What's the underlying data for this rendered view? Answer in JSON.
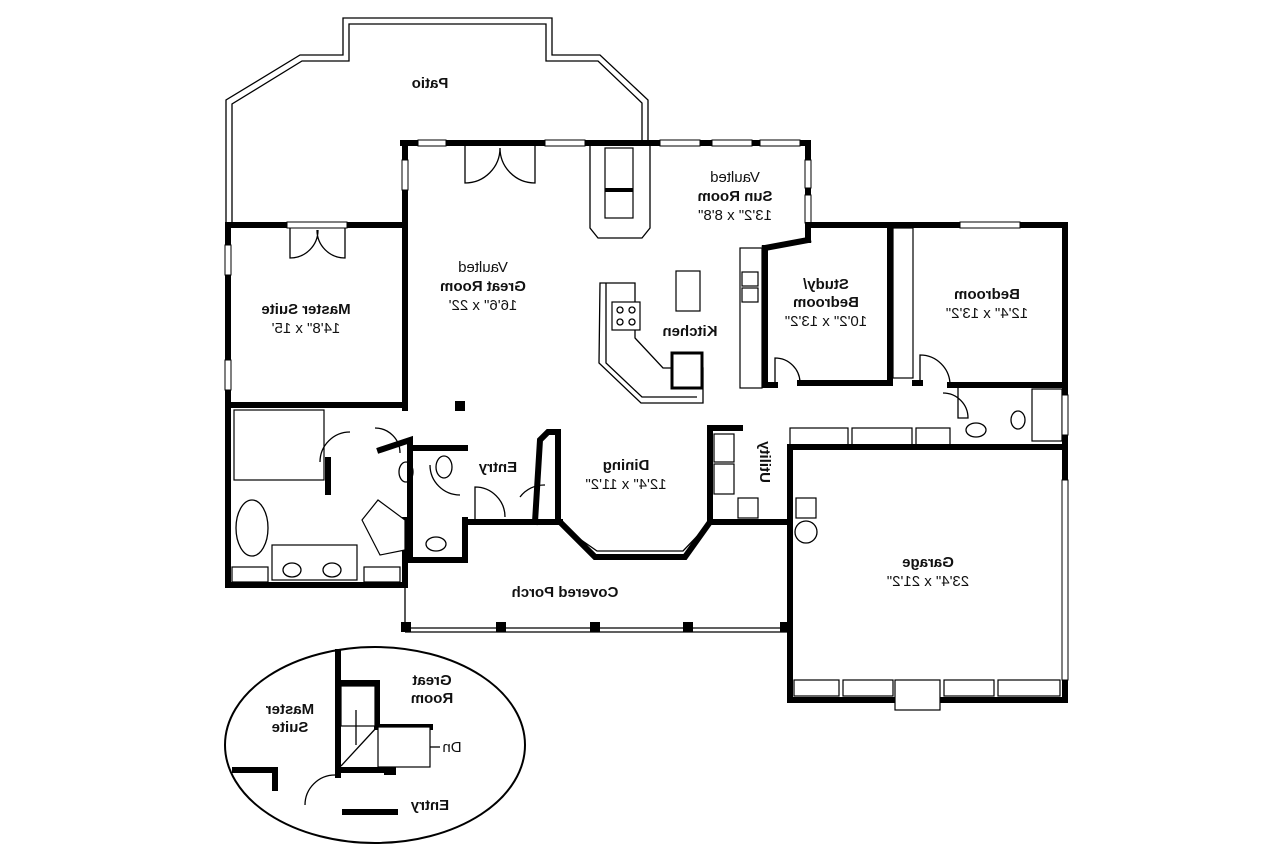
{
  "rooms": {
    "patio": {
      "name": "Patio"
    },
    "great_room": {
      "qualifier": "Vaulted",
      "name": "Great Room",
      "dims": "16'6\" x 22'"
    },
    "sun_room": {
      "qualifier": "Vaulted",
      "name": "Sun Room",
      "dims": "13'2\" x 8'8\""
    },
    "master_suite": {
      "name": "Master Suite",
      "dims": "14'8\" x 15'"
    },
    "kitchen": {
      "name": "Kitchen"
    },
    "study": {
      "name_line1": "Study/",
      "name_line2": "Bedroom",
      "dims": "10'2\" x 13'2\""
    },
    "bedroom": {
      "name": "Bedroom",
      "dims": "12'4\" x 13'2\""
    },
    "entry": {
      "name": "Entry"
    },
    "dining": {
      "name": "Dining",
      "dims": "12'4\" x 11'2\""
    },
    "utility": {
      "name": "Utility"
    },
    "covered_porch": {
      "name": "Covered Porch"
    },
    "garage": {
      "name": "Garage",
      "dims": "23'4\" x 21'2\""
    }
  },
  "inset": {
    "great_room_line1": "Great",
    "great_room_line2": "Room",
    "master_suite_line1": "Master",
    "master_suite_line2": "Suite",
    "stair_label": "Dn",
    "entry": "Entry"
  },
  "text_mirrored": true
}
